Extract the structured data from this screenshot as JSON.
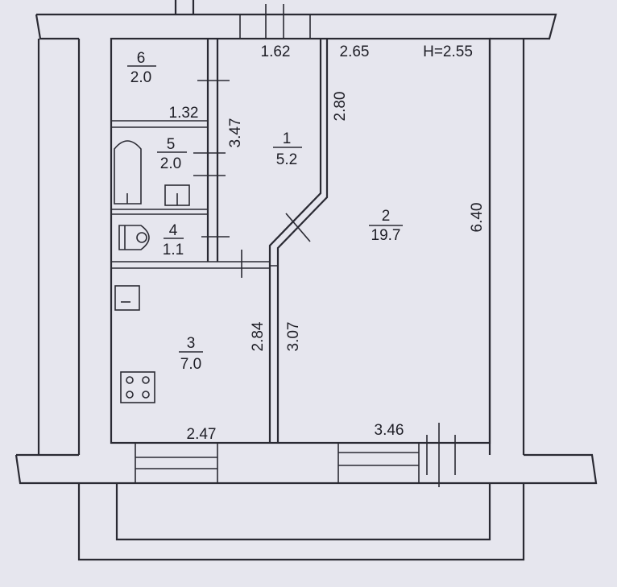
{
  "plan": {
    "ceiling_height": "H=2.55",
    "rooms": [
      {
        "number": "1",
        "area": "5.2"
      },
      {
        "number": "2",
        "area": "19.7"
      },
      {
        "number": "3",
        "area": "7.0"
      },
      {
        "number": "4",
        "area": "1.1"
      },
      {
        "number": "5",
        "area": "2.0"
      },
      {
        "number": "6",
        "area": "2.0"
      }
    ],
    "dimensions": {
      "d162": "1.62",
      "d265": "2.65",
      "d132": "1.32",
      "d347": "3.47",
      "d280": "2.80",
      "d640": "6.40",
      "d284": "2.84",
      "d307": "3.07",
      "d247": "2.47",
      "d346": "3.46"
    },
    "colors": {
      "paper": "#e6e6ee",
      "ink": "#2a2a33"
    }
  }
}
